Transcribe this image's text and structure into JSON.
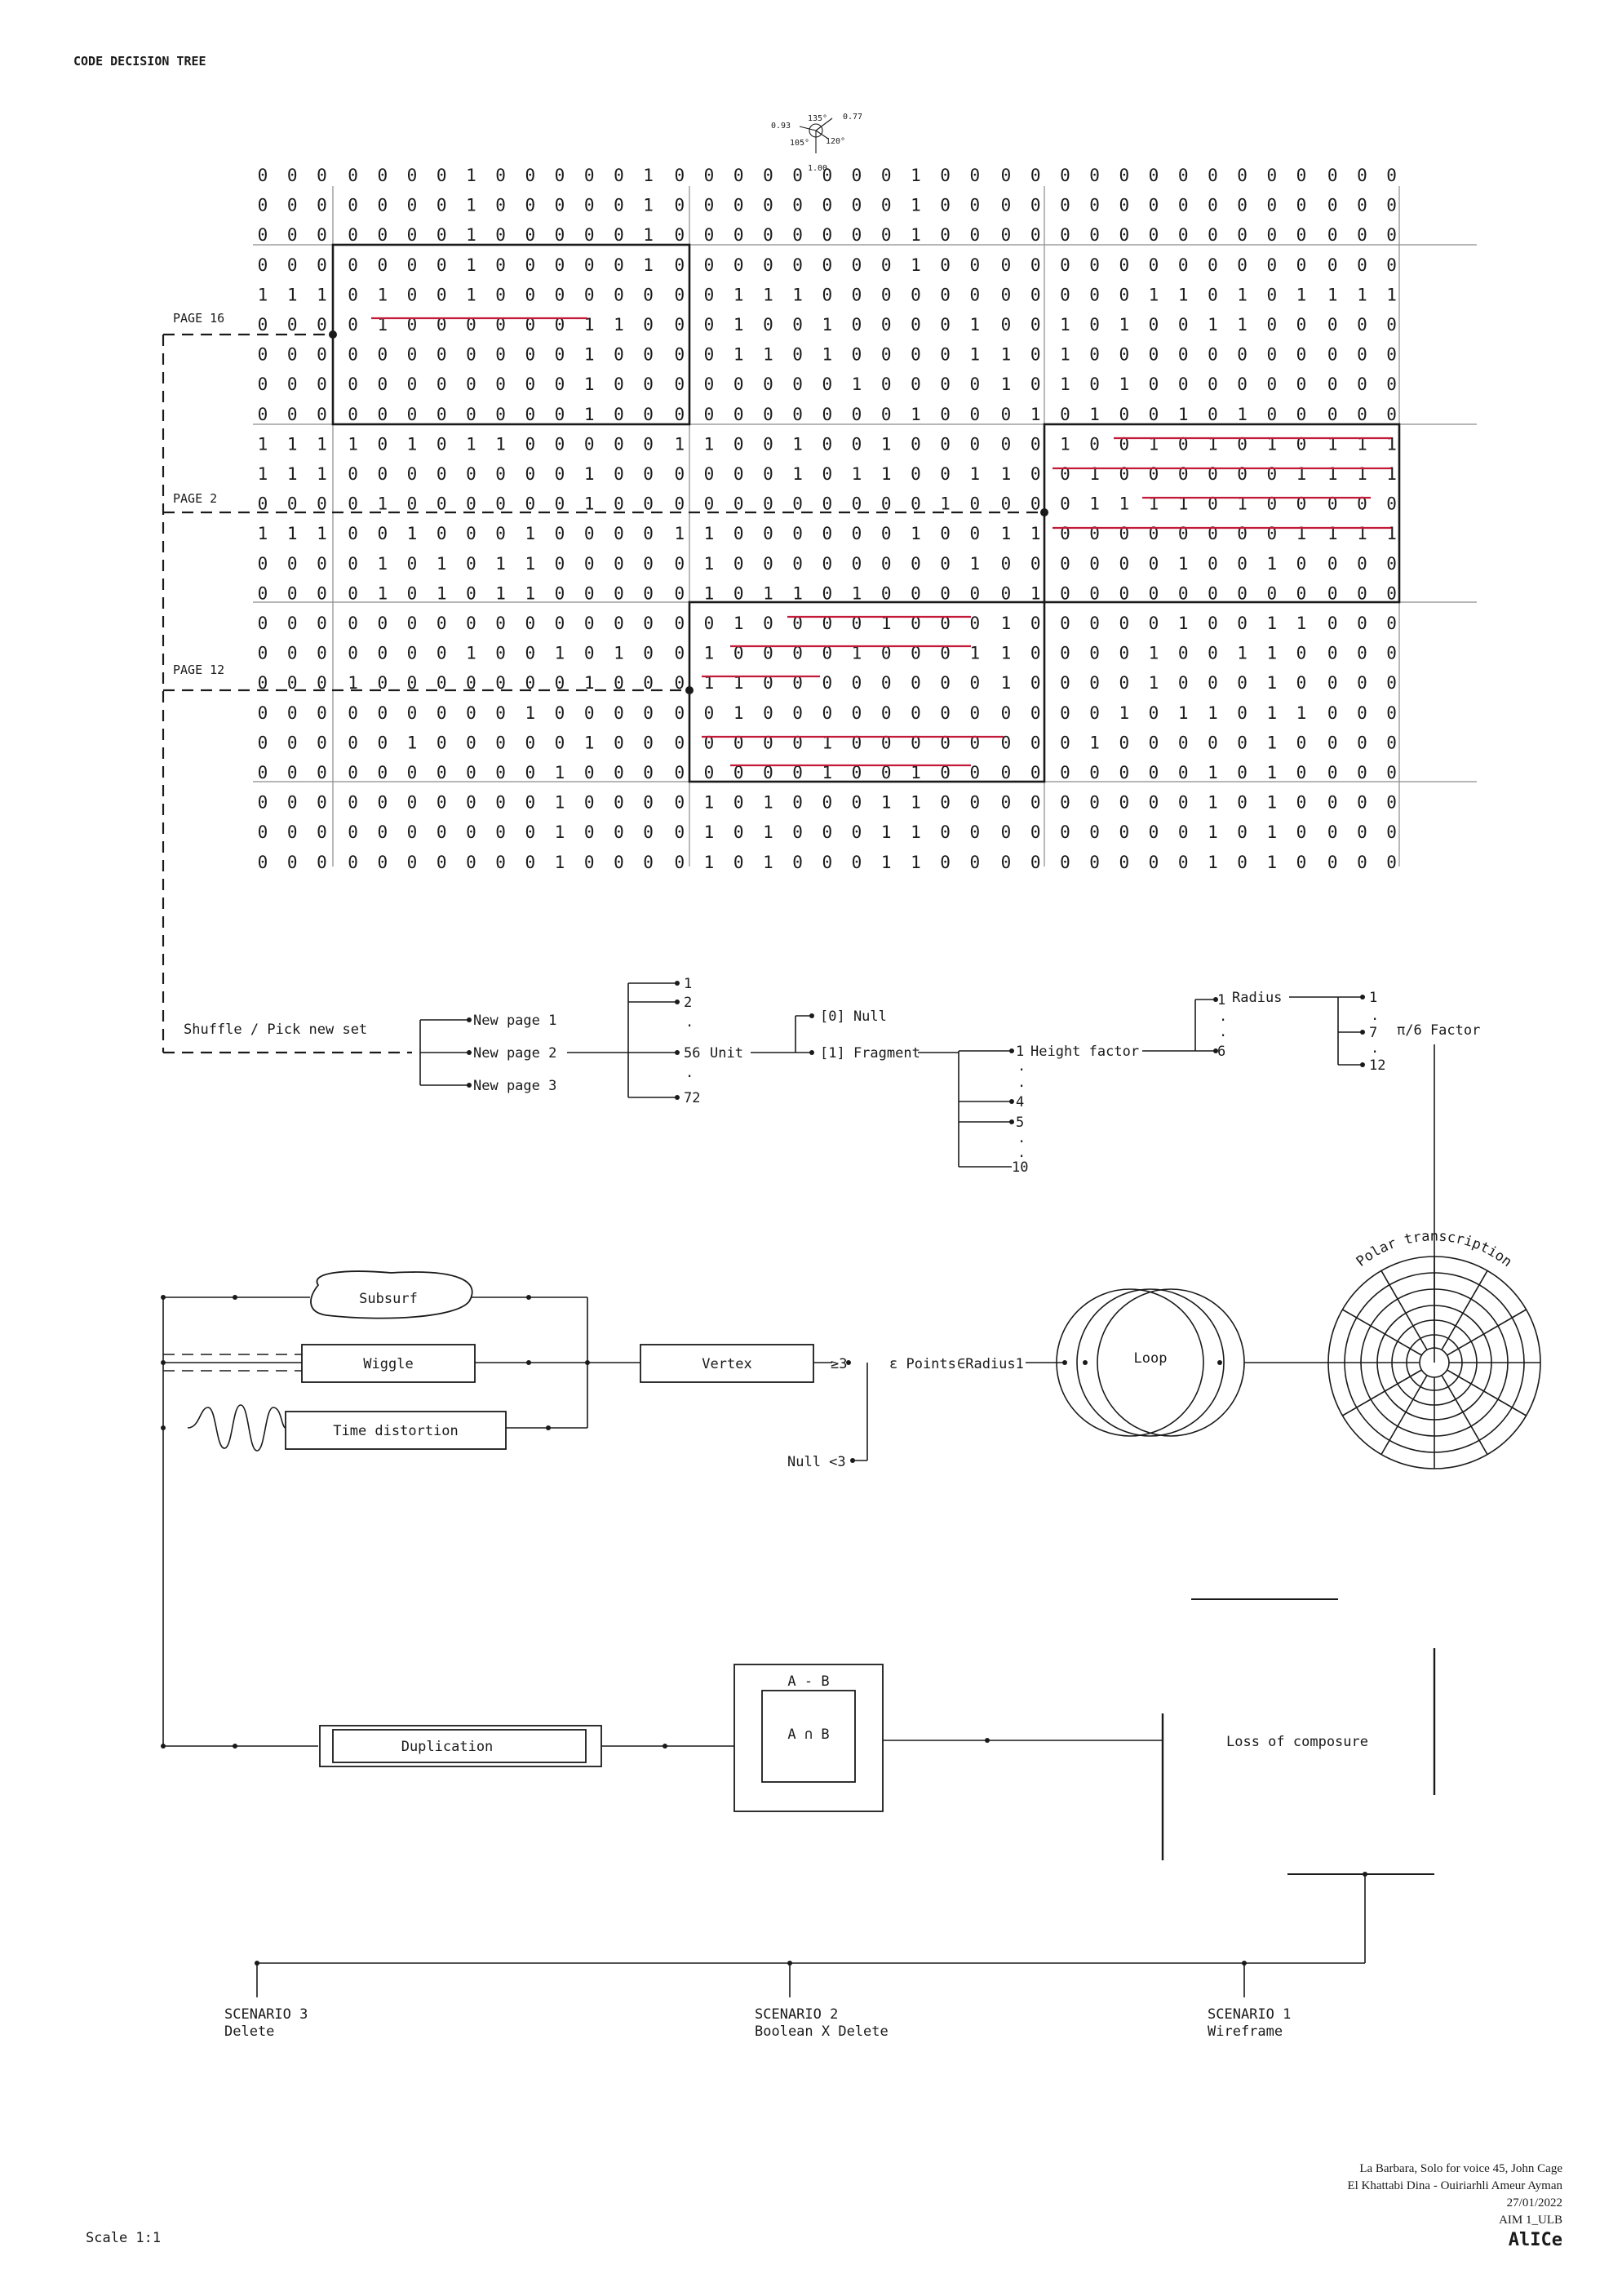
{
  "sheet_title": "CODE DECISION TREE",
  "compass": {
    "top": "135°",
    "left": "0.93",
    "right": "0.77",
    "bottom_left": "105°",
    "bottom_right": "120°",
    "bottom": "1.00"
  },
  "page_labels": [
    "PAGE 16",
    "PAGE 2",
    "PAGE 12"
  ],
  "binary_grid": {
    "rows": [
      "000|00001000001|00000000100|00000000000|000",
      "000|00001000001|00000000100|00000000000|000",
      "000|00001000001|00000000100|00000000000|000",
      "000|00001000001|00000000100|00000000000|000",
      "111|01001000000|00111000000|00000110101|111",
      "000|01000000110|00100100001|00101001100|000",
      "000|00000000100|00110100001|10100000000|000",
      "000|00000000100|00000010000|10101000000|000",
      "000|00000000100|00000000100|01010010100|000",
      "111|10101100000|11001001000|00100101010|111",
      "111|00000000100|00001011001|10010000001|111",
      "000|01000000100|00000000010|00011110100|000",
      "111|00100010000|11000000100|11000000001|111",
      "000|01010110000|01000000001|00000010010|000",
      "000|01010110000|01011010000|01000000000|000",
      "000|00000000000|00100001000|10000010011|000",
      "000|00001001010|01000010001|10000100110|000",
      "000|10000000100|01100000000|10000100010|000",
      "000|00000010000|00100000000|00001011011|000",
      "000|00100000100|00000100000|00010000010|000",
      "000|00000001000|00000100100|00000001010|000",
      "000|00000001000|01010001100|00000001010|000",
      "000|00000001000|01010001100|00000001010|000",
      "000|00000001000|01010001100|00000001010|000"
    ]
  },
  "tree": {
    "shuffle": "Shuffle / Pick new set",
    "new_pages": [
      "New page 1",
      "New page 2",
      "New page 3"
    ],
    "unit_numbers": [
      "1",
      "2",
      ".",
      "56",
      ".",
      "72"
    ],
    "unit": "Unit",
    "null0": "[0] Null",
    "fragment1": "[1] Fragment",
    "height_numbers": [
      "1",
      ".",
      ".",
      "4",
      "5",
      ".",
      ".",
      "10"
    ],
    "height_factor": "Height factor",
    "radius_numbers": [
      "1",
      ".",
      ".",
      "6"
    ],
    "radius": "Radius",
    "pi_numbers": [
      "1",
      ".",
      "7",
      ".",
      "12"
    ],
    "pi_factor": "π/6 Factor"
  },
  "ops": {
    "subsurf": "Subsurf",
    "wiggle": "Wiggle",
    "time_distortion": "Time distortion",
    "vertex": "Vertex",
    "ge3": "≥3",
    "points": "ε Points",
    "radius1": "∈Radius1",
    "null_lt3": "Null  <3",
    "loop": "Loop",
    "polar": "Polar transcription",
    "duplication": "Duplication",
    "a_minus_b": "A - B",
    "a_cap_b": "A ∩ B",
    "loss": "Loss of composure"
  },
  "scenarios": [
    {
      "name": "SCENARIO 3",
      "action": "Delete"
    },
    {
      "name": "SCENARIO 2",
      "action": "Boolean X Delete"
    },
    {
      "name": "SCENARIO 1",
      "action": "Wireframe"
    }
  ],
  "credits": {
    "line1": "La Barbara, Solo for voice 45, John Cage",
    "line2": "El Khattabi Dina - Ouiriarhli Ameur Ayman",
    "line3": "27/01/2022",
    "line4": "AIM 1_ULB",
    "logo": "AlICe"
  },
  "scale": "Scale 1:1",
  "colors": {
    "ink": "#1a1a1a",
    "red": "#c41a3a",
    "faded": "#c8c8c8",
    "faded_red": "#eab6c0"
  }
}
